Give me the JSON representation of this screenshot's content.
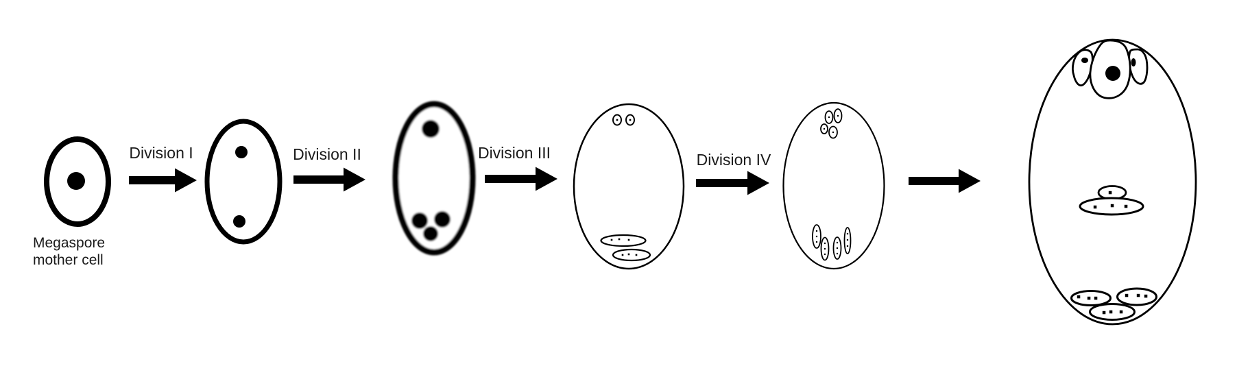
{
  "figure": {
    "background_color": "#ffffff",
    "ink_color": "#000000",
    "start_label": {
      "line1": "Megaspore",
      "line2": "mother cell"
    },
    "arrows": [
      {
        "label": "Division I"
      },
      {
        "label": "Division II"
      },
      {
        "label": "Division III"
      },
      {
        "label": "Division IV"
      },
      {
        "label": ""
      }
    ],
    "stages": [
      {
        "dots": 1
      },
      {
        "dots": 2
      },
      {
        "dots": 4
      },
      {
        "top_cells": 2,
        "bottom_cells": 2
      },
      {
        "top_cells": 4,
        "bottom_cells": 4
      },
      {
        "top_cells": 3,
        "middle_cells": 2,
        "bottom_cells": 3
      }
    ]
  }
}
